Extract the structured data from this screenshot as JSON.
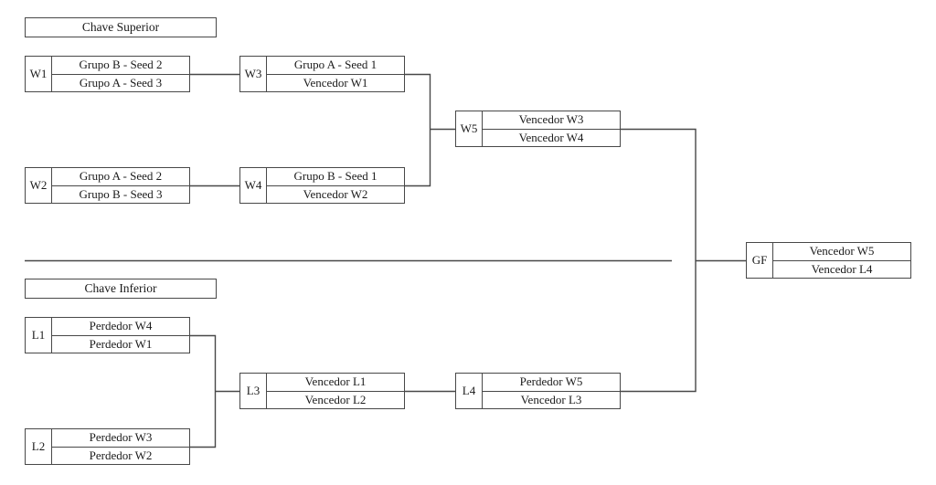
{
  "diagram": {
    "upper_bracket_title": "Chave Superior",
    "lower_bracket_title": "Chave Inferior",
    "line_color": "#484848",
    "matches": [
      {
        "id": "W1",
        "top": "Grupo B - Seed 2",
        "bottom": "Grupo A - Seed 3"
      },
      {
        "id": "W2",
        "top": "Grupo A - Seed 2",
        "bottom": "Grupo B - Seed 3"
      },
      {
        "id": "W3",
        "top": "Grupo A - Seed 1",
        "bottom": "Vencedor W1"
      },
      {
        "id": "W4",
        "top": "Grupo B - Seed 1",
        "bottom": "Vencedor W2"
      },
      {
        "id": "W5",
        "top": "Vencedor W3",
        "bottom": "Vencedor W4"
      },
      {
        "id": "GF",
        "top": "Vencedor W5",
        "bottom": "Vencedor L4"
      },
      {
        "id": "L1",
        "top": "Perdedor W4",
        "bottom": "Perdedor W1"
      },
      {
        "id": "L2",
        "top": "Perdedor W3",
        "bottom": "Perdedor W2"
      },
      {
        "id": "L3",
        "top": "Vencedor L1",
        "bottom": "Vencedor L2"
      },
      {
        "id": "L4",
        "top": "Perdedor W5",
        "bottom": "Vencedor L3"
      }
    ]
  }
}
